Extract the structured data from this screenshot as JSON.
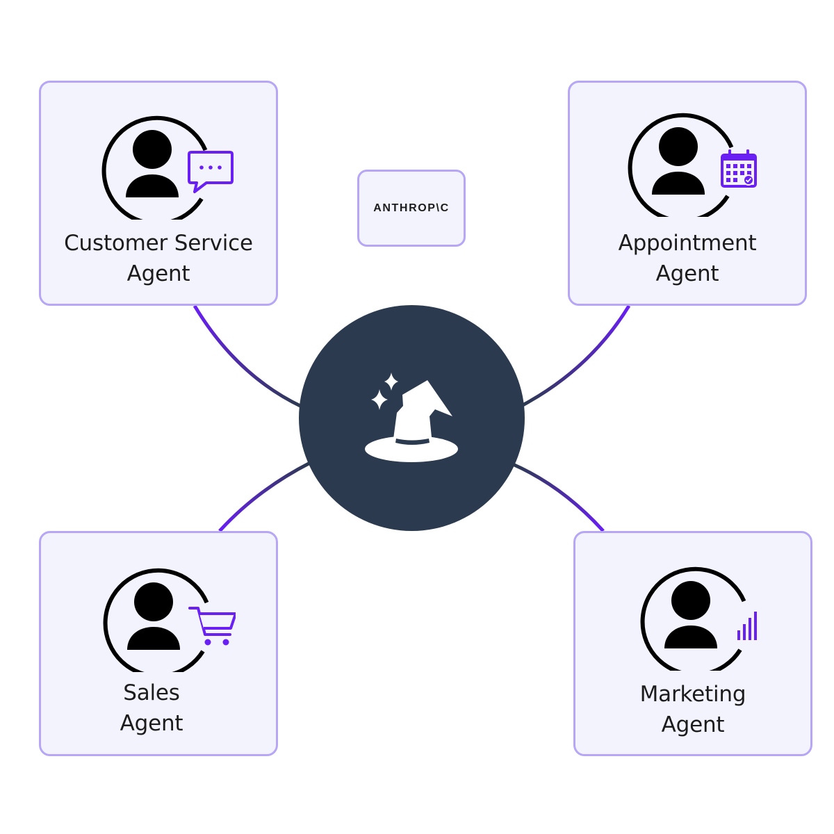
{
  "logo": {
    "text": "ANTHROP\\C"
  },
  "hub": {
    "icon": "wizard-hat-icon"
  },
  "agents": [
    {
      "id": "customer-service",
      "lines": [
        "Customer Service",
        "Agent"
      ],
      "badge_icon": "chat-bubble-icon"
    },
    {
      "id": "appointment",
      "lines": [
        "Appointment",
        "Agent"
      ],
      "badge_icon": "calendar-icon"
    },
    {
      "id": "sales",
      "lines": [
        "Sales",
        "Agent"
      ],
      "badge_icon": "shopping-cart-icon"
    },
    {
      "id": "marketing",
      "lines": [
        "Marketing",
        "Agent"
      ],
      "badge_icon": "bar-chart-icon"
    }
  ],
  "colors": {
    "card_background": "#f3f3fd",
    "card_border": "#b7a6f5",
    "accent_purple": "#6a1ff5",
    "hub_fill": "#2c3a4f",
    "text": "#1c1c1c"
  }
}
